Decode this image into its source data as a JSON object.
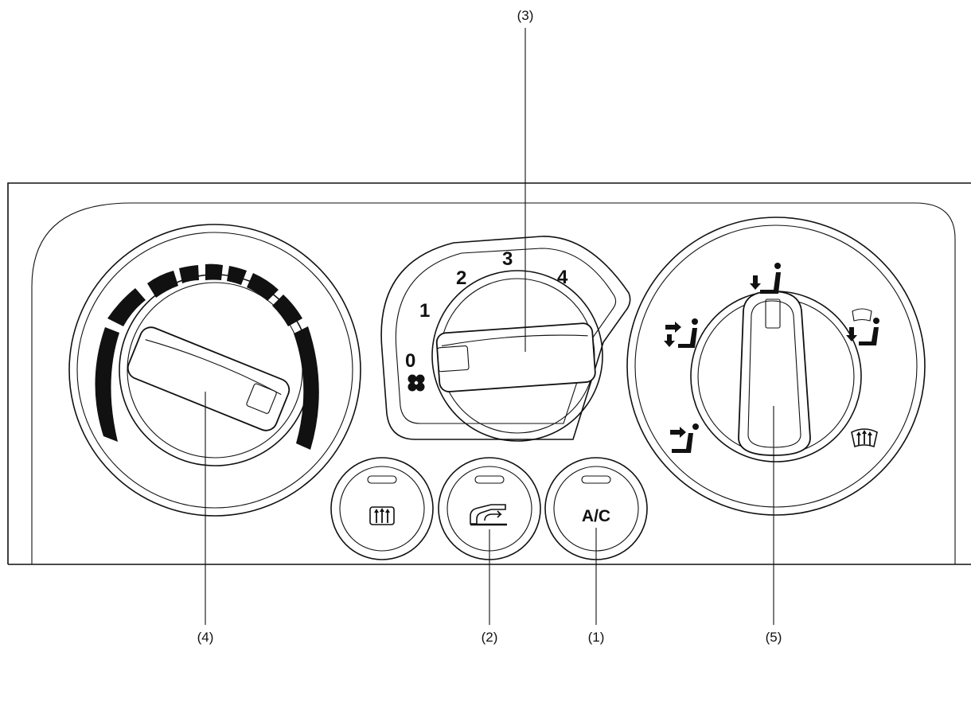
{
  "callouts": {
    "ac_button": "(1)",
    "recirculation_button": "(2)",
    "fan_speed_knob": "(3)",
    "temperature_knob": "(4)",
    "air_flow_mode_knob": "(5)"
  },
  "fan_scale": {
    "marks": [
      "0",
      "1",
      "2",
      "3",
      "4"
    ]
  },
  "buttons": {
    "ac_label": "A/C"
  },
  "icons": {
    "rear_defrost_button": "rear-defroster-icon",
    "recirculation_button": "recirculation-icon",
    "fan_off": "fan-icon",
    "mode_face": "vent-face-icon",
    "mode_bi_level": "vent-bi-level-icon",
    "mode_foot": "vent-foot-icon",
    "mode_foot_defrost": "vent-foot-defrost-icon",
    "mode_defrost": "windshield-defrost-icon"
  }
}
